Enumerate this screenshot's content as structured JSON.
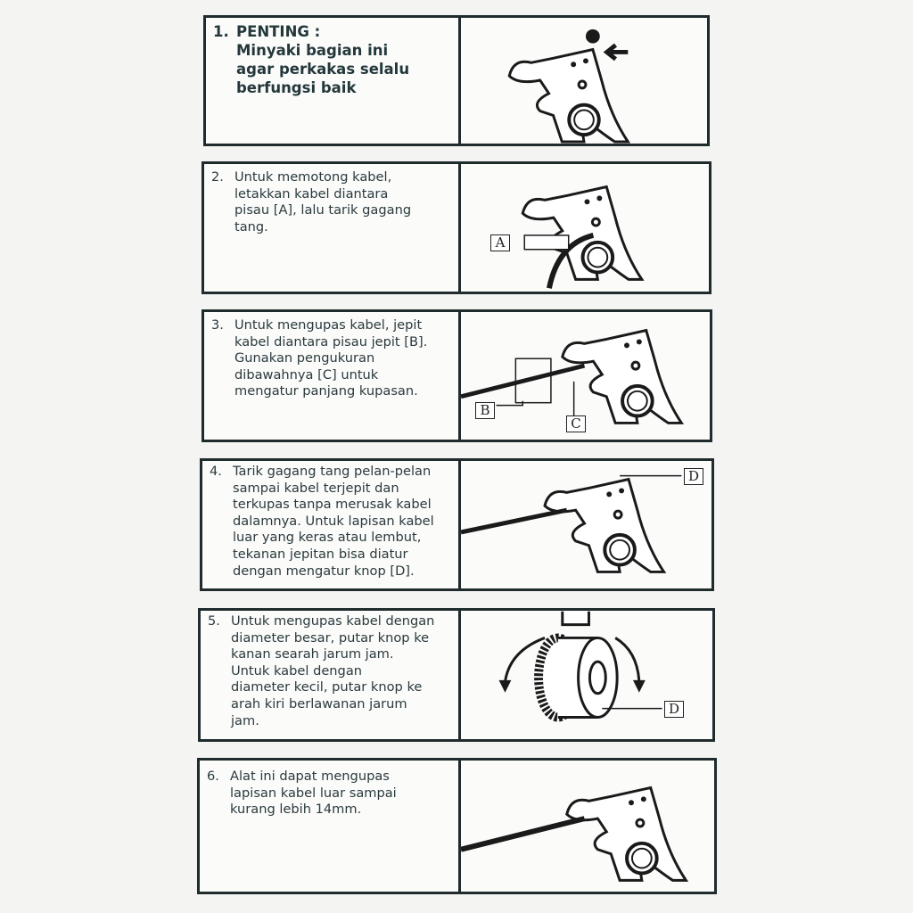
{
  "steps": [
    {
      "num": "1.",
      "text": "PENTING :\nMinyaki bagian ini\nagar perkakas selalu\nberfungsi baik",
      "image": "tool-oil-point-arrow"
    },
    {
      "num": "2.",
      "text": "Untuk memotong kabel,\nletakkan kabel diantara\npisau [A], lalu tarik gagang\ntang.",
      "image": "tool-cutting-cable",
      "labels": [
        "A"
      ]
    },
    {
      "num": "3.",
      "text": "Untuk mengupas kabel, jepit\nkabel diantara pisau jepit [B].\nGunakan pengukuran\ndibawahnya [C] untuk\nmengatur panjang kupasan.",
      "image": "tool-gripping-cable",
      "labels": [
        "B",
        "C"
      ]
    },
    {
      "num": "4.",
      "text": "Tarik gagang tang pelan-pelan\nsampai kabel terjepit dan\nterkupas tanpa merusak kabel\ndalamnya. Untuk lapisan kabel\nluar yang keras atau lembut,\ntekanan jepitan bisa diatur\ndengan mengatur knop [D].",
      "image": "tool-stripping-knob",
      "labels": [
        "D"
      ]
    },
    {
      "num": "5.",
      "text": "Untuk mengupas kabel dengan\ndiameter besar, putar knop ke\nkanan searah jarum jam.\nUntuk kabel dengan\ndiameter kecil, putar knop ke\narah kiri berlawanan jarum\njam.",
      "image": "knob-rotation",
      "labels": [
        "D"
      ]
    },
    {
      "num": "6.",
      "text": "Alat ini dapat mengupas\nlapisan kabel luar sampai\nkurang lebih 14mm.",
      "image": "tool-strip-length"
    }
  ]
}
